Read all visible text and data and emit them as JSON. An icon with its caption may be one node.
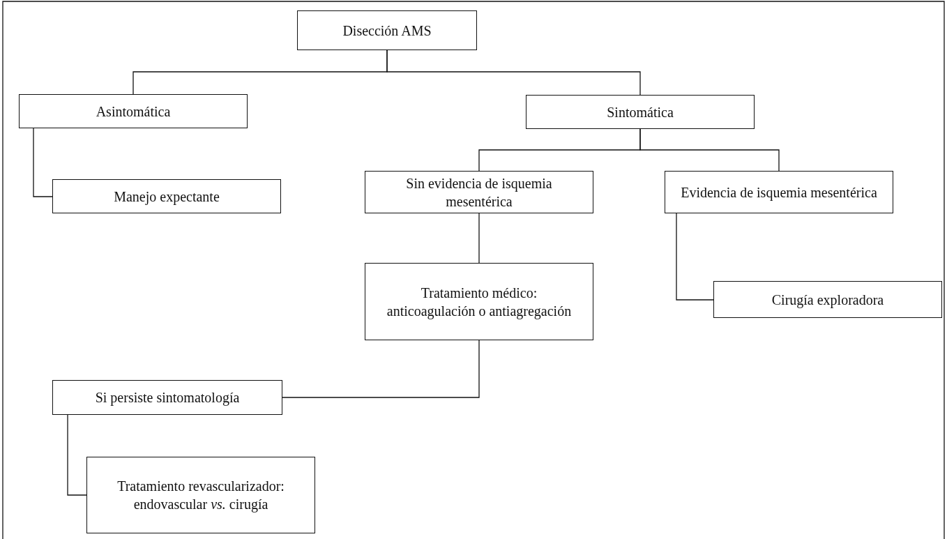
{
  "diagram": {
    "nodes": [
      {
        "text": [
          "Disección AMS"
        ]
      },
      {
        "text": [
          "Asintomática"
        ]
      },
      {
        "text": [
          "Sintomática"
        ]
      },
      {
        "text": [
          "Manejo expectante"
        ]
      },
      {
        "text": [
          "Sin evidencia de isquemia mesentérica"
        ]
      },
      {
        "text": [
          "Evidencia de isquemia mesentérica"
        ]
      },
      {
        "text": [
          "Tratamiento médico: anticoagulación o antiagregación"
        ]
      },
      {
        "text": [
          "Cirugía exploradora"
        ]
      },
      {
        "text": [
          "Si persiste sintomatología"
        ]
      },
      {
        "text": [
          "Tratamiento revascularizador: endovascular *vs.* cirugía"
        ]
      }
    ],
    "edges": [
      {
        "from": 0,
        "to": 1,
        "arrow": "none"
      },
      {
        "from": 0,
        "to": 2,
        "arrow": "none"
      },
      {
        "from": 1,
        "to": 3,
        "arrow": "none"
      },
      {
        "from": 2,
        "to": 4,
        "arrow": "none"
      },
      {
        "from": 2,
        "to": 5,
        "arrow": "none"
      },
      {
        "from": 4,
        "to": 6,
        "arrow": "none"
      },
      {
        "from": 5,
        "to": 7,
        "arrow": "none"
      },
      {
        "from": 6,
        "to": 8,
        "arrow": "none"
      },
      {
        "from": 8,
        "to": 9,
        "arrow": "none"
      }
    ]
  }
}
